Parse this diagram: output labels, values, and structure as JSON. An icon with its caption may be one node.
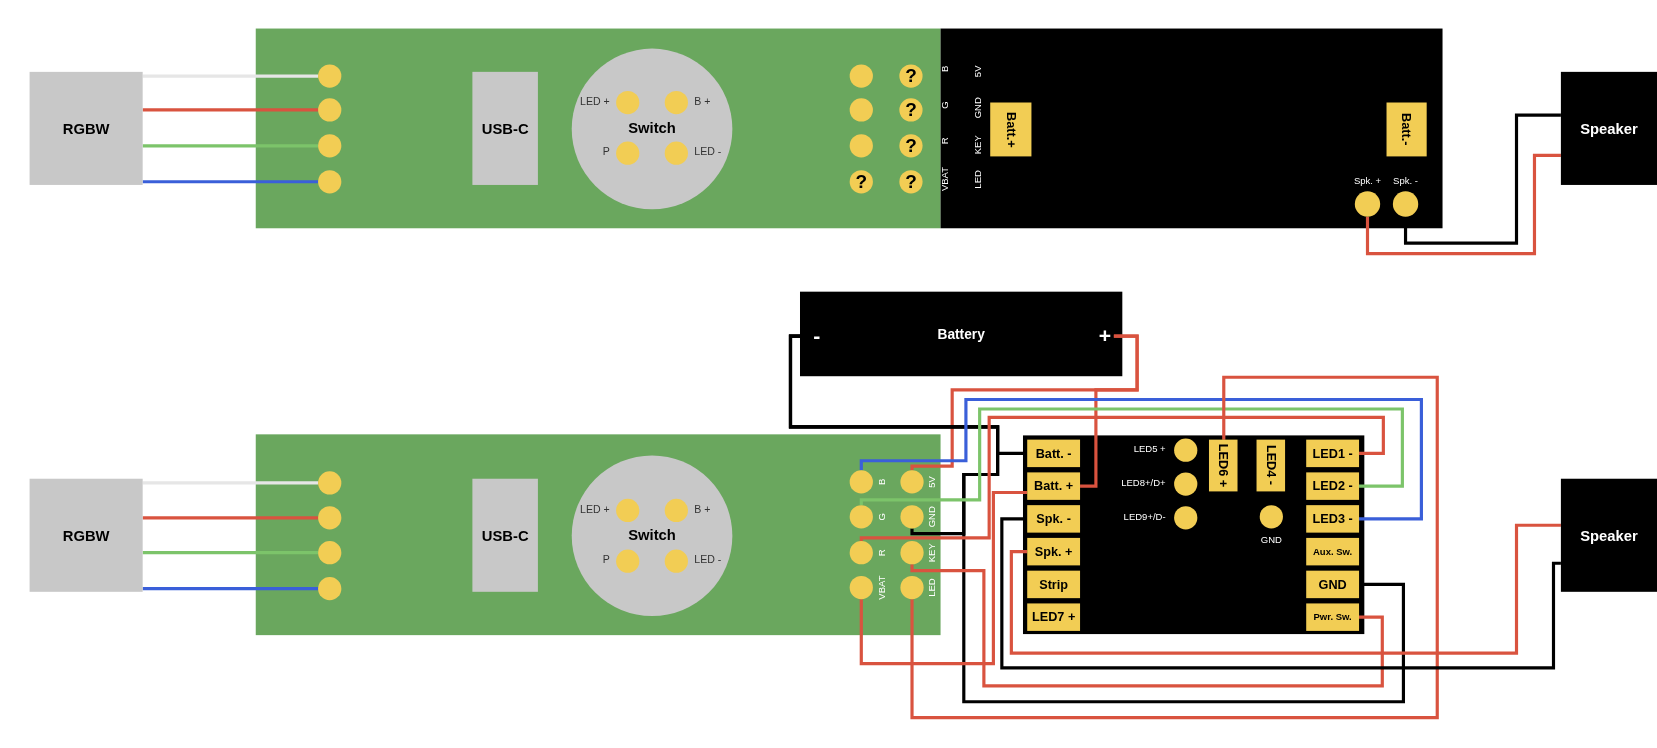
{
  "diagram": {
    "nodes": [
      {
        "text": [
          "RGBW"
        ]
      },
      {
        "text": [],
        "shape": "box"
      },
      {
        "text": [],
        "shape": "circle",
        "in": 1
      },
      {
        "text": [],
        "shape": "circle",
        "in": 1
      },
      {
        "text": [],
        "shape": "circle",
        "in": 1
      },
      {
        "text": [],
        "shape": "circle",
        "in": 1
      },
      {
        "text": [
          "USB-C"
        ],
        "in": 1
      },
      {
        "text": [
          "Switch"
        ],
        "in": 1
      },
      {
        "text": [],
        "shape": "circle",
        "in": 7,
        "beside": [
          "LED +"
        ]
      },
      {
        "text": [],
        "shape": "circle",
        "in": 7,
        "beside": [
          "B +"
        ]
      },
      {
        "text": [],
        "shape": "circle",
        "in": 7,
        "beside": [
          "P"
        ]
      },
      {
        "text": [],
        "shape": "circle",
        "in": 7,
        "beside": [
          "LED -"
        ]
      },
      {
        "text": [],
        "shape": "circle",
        "in": 1
      },
      {
        "text": [
          "?"
        ],
        "in": 1
      },
      {
        "text": [],
        "shape": "circle",
        "in": 1
      },
      {
        "text": [
          "?"
        ],
        "in": 1
      },
      {
        "text": [],
        "shape": "circle",
        "in": 1
      },
      {
        "text": [
          "?"
        ],
        "in": 1
      },
      {
        "text": [
          "?"
        ],
        "in": 1
      },
      {
        "text": [
          "?"
        ],
        "in": 1
      },
      {
        "text": [],
        "shape": "box"
      },
      {
        "text": [
          "Batt.+"
        ],
        "in": 20
      },
      {
        "text": [
          "Batt.-"
        ],
        "in": 20
      },
      {
        "text": [],
        "shape": "circle",
        "in": 20,
        "beside": [
          "Spk. +"
        ]
      },
      {
        "text": [],
        "shape": "circle",
        "in": 20,
        "beside": [
          "Spk. -"
        ]
      },
      {
        "text": [
          "Speaker"
        ]
      },
      {
        "text": [
          "Battery"
        ]
      },
      {
        "text": [
          "-"
        ],
        "in": 26
      },
      {
        "text": [
          "+"
        ],
        "in": 26
      },
      {
        "text": [
          "RGBW"
        ]
      },
      {
        "text": [],
        "shape": "box"
      },
      {
        "text": [],
        "shape": "circle",
        "in": 30
      },
      {
        "text": [],
        "shape": "circle",
        "in": 30
      },
      {
        "text": [],
        "shape": "circle",
        "in": 30
      },
      {
        "text": [],
        "shape": "circle",
        "in": 30
      },
      {
        "text": [
          "USB-C"
        ],
        "in": 30
      },
      {
        "text": [
          "Switch"
        ],
        "in": 30
      },
      {
        "text": [],
        "shape": "circle",
        "in": 36,
        "beside": [
          "LED +"
        ]
      },
      {
        "text": [],
        "shape": "circle",
        "in": 36,
        "beside": [
          "B +"
        ]
      },
      {
        "text": [],
        "shape": "circle",
        "in": 36,
        "beside": [
          "P"
        ]
      },
      {
        "text": [],
        "shape": "circle",
        "in": 36,
        "beside": [
          "LED -"
        ]
      },
      {
        "text": [],
        "shape": "circle",
        "in": 30,
        "beside": [
          "B"
        ]
      },
      {
        "text": [],
        "shape": "circle",
        "in": 30,
        "beside": [
          "5V"
        ]
      },
      {
        "text": [],
        "shape": "circle",
        "in": 30,
        "beside": [
          "G"
        ]
      },
      {
        "text": [],
        "shape": "circle",
        "in": 30,
        "beside": [
          "GND"
        ]
      },
      {
        "text": [],
        "shape": "circle",
        "in": 30,
        "beside": [
          "R"
        ]
      },
      {
        "text": [],
        "shape": "circle",
        "in": 30,
        "beside": [
          "KEY"
        ]
      },
      {
        "text": [],
        "shape": "circle",
        "in": 30,
        "beside": [
          "VBAT"
        ]
      },
      {
        "text": [],
        "shape": "circle",
        "in": 30,
        "beside": [
          "LED"
        ]
      },
      {
        "text": [],
        "shape": "box"
      },
      {
        "text": [
          "Batt. -"
        ],
        "in": 49
      },
      {
        "text": [],
        "shape": "circle",
        "in": 49,
        "beside": [
          "LED5 +"
        ]
      },
      {
        "text": [
          "LED6 +"
        ],
        "in": 49
      },
      {
        "text": [
          "LED4 -"
        ],
        "in": 49
      },
      {
        "text": [
          "LED1 -"
        ],
        "in": 49
      },
      {
        "text": [
          "Batt. +"
        ],
        "in": 49
      },
      {
        "text": [],
        "shape": "circle",
        "in": 49,
        "beside": [
          "LED8+/D+"
        ]
      },
      {
        "text": [
          "LED2 -"
        ],
        "in": 49
      },
      {
        "text": [
          "Spk. -"
        ],
        "in": 49
      },
      {
        "text": [],
        "shape": "circle",
        "in": 49,
        "beside": [
          "LED9+/D-"
        ]
      },
      {
        "text": [],
        "shape": "circle",
        "in": 49,
        "beside": [
          "GND"
        ]
      },
      {
        "text": [
          "LED3 -"
        ],
        "in": 49
      },
      {
        "text": [
          "Spk. +"
        ],
        "in": 49
      },
      {
        "text": [
          "Aux. Sw."
        ],
        "in": 49
      },
      {
        "text": [
          "Strip"
        ],
        "in": 49
      },
      {
        "text": [
          "GND"
        ],
        "in": 49
      },
      {
        "text": [
          "LED7 +"
        ],
        "in": 49
      },
      {
        "text": [
          "Pwr. Sw."
        ],
        "in": 49
      },
      {
        "text": [
          "Speaker"
        ]
      }
    ],
    "edges": [
      {
        "from": 0,
        "to": 2,
        "arrow": "none",
        "color": "#e6e6e6"
      },
      {
        "from": 0,
        "to": 3,
        "arrow": "none",
        "color": "#d9533f"
      },
      {
        "from": 0,
        "to": 4,
        "arrow": "none",
        "color": "#7cc46a"
      },
      {
        "from": 0,
        "to": 5,
        "arrow": "none",
        "color": "#3a5fd9"
      },
      {
        "from": 23,
        "to": 25,
        "arrow": "none",
        "color": "#d9533f"
      },
      {
        "from": 24,
        "to": 25,
        "arrow": "none",
        "color": "#000000"
      },
      {
        "from": 29,
        "to": 31,
        "arrow": "none",
        "color": "#e6e6e6"
      },
      {
        "from": 29,
        "to": 32,
        "arrow": "none",
        "color": "#d9533f"
      },
      {
        "from": 29,
        "to": 33,
        "arrow": "none",
        "color": "#7cc46a"
      },
      {
        "from": 29,
        "to": 34,
        "arrow": "none",
        "color": "#3a5fd9"
      },
      {
        "from": 28,
        "to": 42,
        "arrow": "none",
        "color": "#d9533f"
      },
      {
        "from": 28,
        "to": 55,
        "arrow": "none",
        "color": "#d9533f"
      },
      {
        "from": 27,
        "to": 50,
        "arrow": "none",
        "color": "#000000"
      },
      {
        "from": 27,
        "to": 44,
        "arrow": "none",
        "color": "#000000"
      },
      {
        "from": 27,
        "to": 65,
        "arrow": "none",
        "color": "#000000"
      },
      {
        "from": 41,
        "to": 61,
        "arrow": "none",
        "color": "#3a5fd9"
      },
      {
        "from": 43,
        "to": 57,
        "arrow": "none",
        "color": "#7cc46a"
      },
      {
        "from": 45,
        "to": 54,
        "arrow": "none",
        "color": "#d9533f"
      },
      {
        "from": 46,
        "to": 67,
        "arrow": "none",
        "color": "#d9533f"
      },
      {
        "from": 47,
        "to": 55,
        "arrow": "none",
        "color": "#d9533f"
      },
      {
        "from": 48,
        "to": 52,
        "arrow": "none",
        "color": "#d9533f"
      },
      {
        "from": 62,
        "to": 68,
        "arrow": "none",
        "color": "#d9533f"
      },
      {
        "from": 58,
        "to": 68,
        "arrow": "none",
        "color": "#000000"
      }
    ],
    "labels": [
      "B",
      "5V",
      "G",
      "GND",
      "R",
      "KEY",
      "VBAT",
      "LED"
    ]
  }
}
